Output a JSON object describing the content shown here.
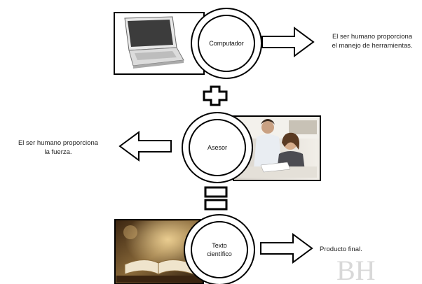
{
  "diagram": {
    "nodes": {
      "computer": {
        "label": "Computador",
        "note": "El ser humano proporciona\nel manejo de herramientas."
      },
      "advisor": {
        "label": "Asesor",
        "note": "El ser humano proporciona\nla fuerza."
      },
      "text": {
        "label_line1": "Texto",
        "label_line2": "científico",
        "note": "Producto final."
      }
    },
    "watermark": "BH",
    "colors": {
      "stroke": "#000000",
      "fill": "#ffffff",
      "note_text": "#222222"
    }
  }
}
